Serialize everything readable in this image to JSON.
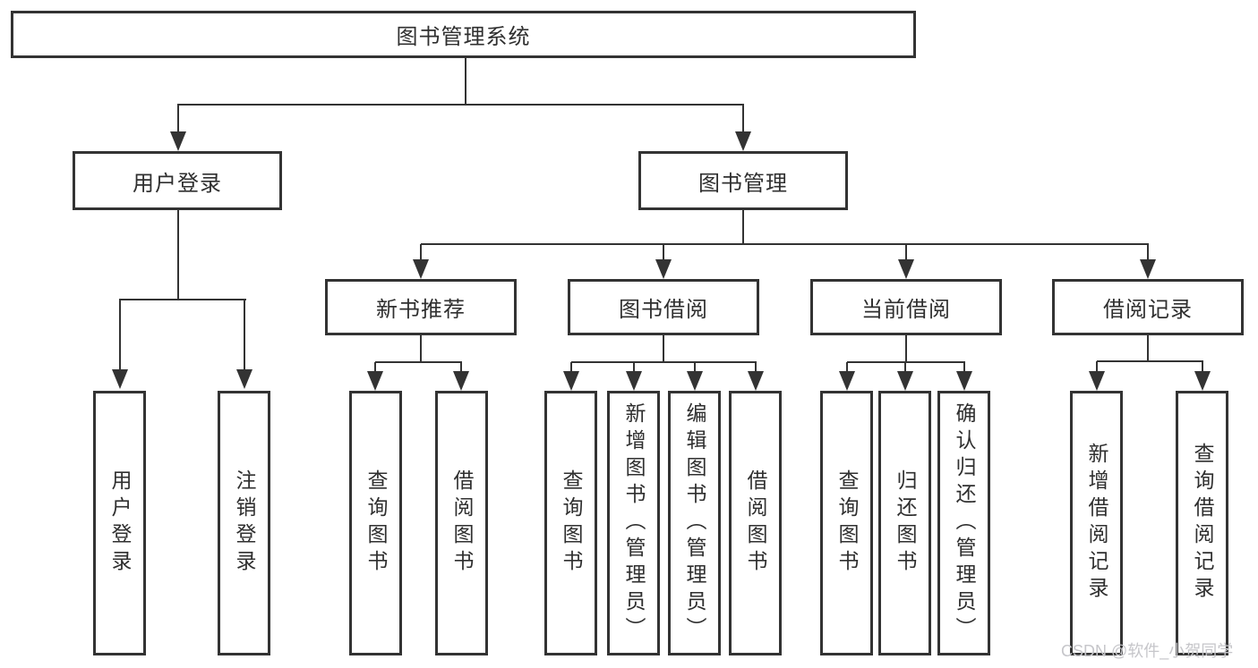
{
  "tree": {
    "root": "图书管理系统",
    "l2": [
      "用户登录",
      "图书管理"
    ],
    "l3": [
      "新书推荐",
      "图书借阅",
      "当前借阅",
      "借阅记录"
    ],
    "leaves": {
      "login": [
        "用户登录",
        "注销登录"
      ],
      "recommend": [
        "查询图书",
        "借阅图书"
      ],
      "borrow": [
        "查询图书",
        "新增图书（管理员）",
        "编辑图书（管理员）",
        "借阅图书"
      ],
      "current": [
        "查询图书",
        "归还图书",
        "确认归还（管理员）"
      ],
      "records": [
        "新增借阅记录",
        "查询借阅记录"
      ]
    }
  },
  "watermark": {
    "text": "CSDN @软件_小贺同学"
  },
  "colors": {
    "line": "#333333",
    "text": "#2f2f2f",
    "watermark": "#c6c6ca",
    "bg": "#ffffff"
  }
}
